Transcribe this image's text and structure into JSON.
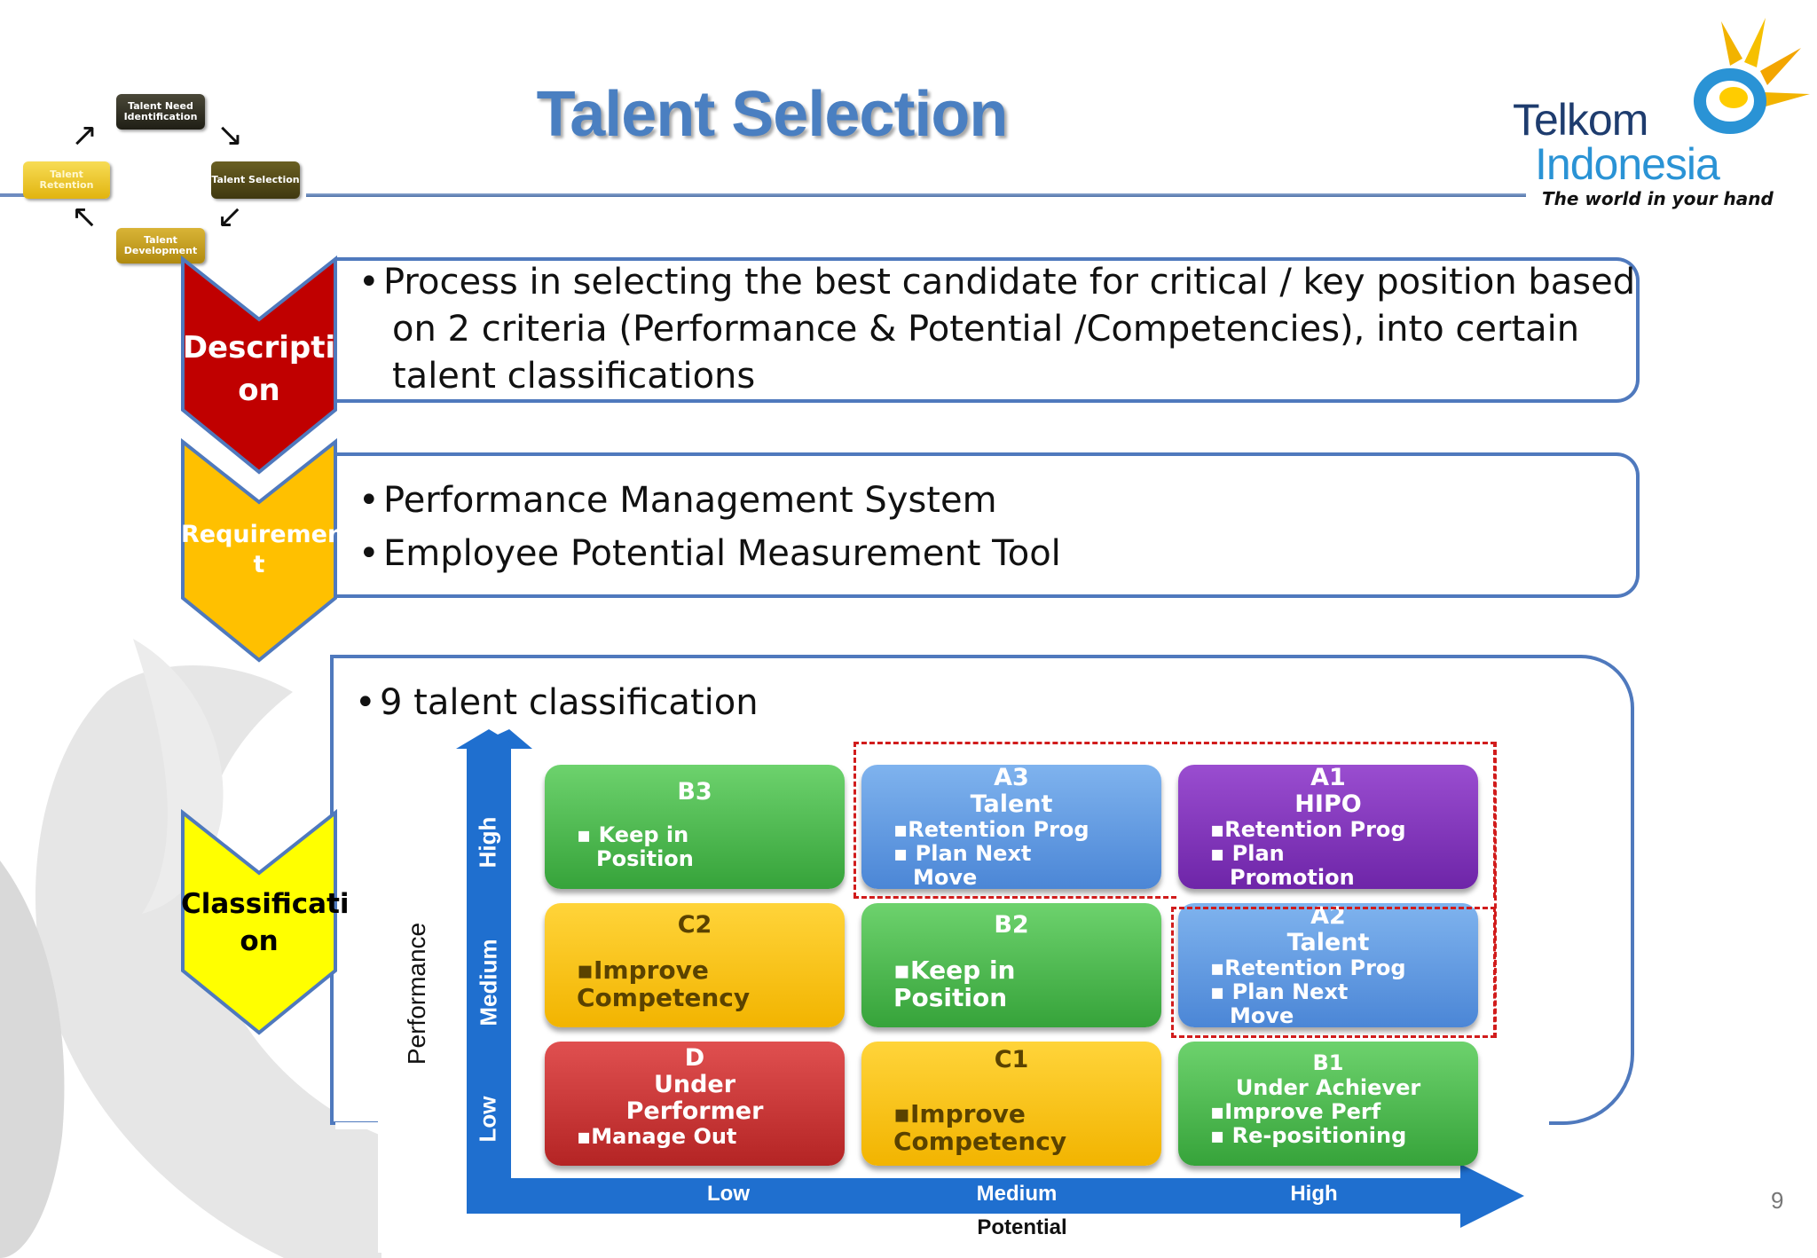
{
  "slide": {
    "title": "Talent Selection",
    "page_number": "9"
  },
  "cycle": {
    "items": [
      "Talent Need Identification",
      "Talent Selection",
      "Talent Development",
      "Talent Retention"
    ]
  },
  "logo": {
    "line1": "Telkom",
    "line2": "Indonesia",
    "tagline": "The world in your hand"
  },
  "sections": [
    {
      "label": "Descripti on",
      "label_lines": [
        "Descripti",
        "on"
      ],
      "color": "#c00000",
      "bullets": [
        "Process in selecting the best candidate for critical / key position based on 2 criteria (Performance & Potential /Competencies), into certain talent classifications"
      ],
      "bullet_lines": [
        "Process in selecting the best candidate for critical / key position based",
        "on 2 criteria (Performance & Potential /Competencies), into certain",
        "talent classifications"
      ]
    },
    {
      "label": "Requiremen t",
      "label_lines": [
        "Requiremen",
        "t"
      ],
      "color": "#ffc000",
      "bullets": [
        "Performance Management System",
        "Employee Potential Measurement Tool"
      ]
    },
    {
      "label": "Classificati on",
      "label_lines": [
        "Classificati",
        "on"
      ],
      "color": "#ffff00",
      "bullets": [
        "9 talent classification"
      ]
    }
  ],
  "matrix": {
    "x_axis": {
      "title": "Potential",
      "ticks": [
        "Low",
        "Medium",
        "High"
      ]
    },
    "y_axis": {
      "title": "Performance",
      "ticks": [
        "Low",
        "Medium",
        "High"
      ]
    },
    "cells": {
      "b3": {
        "lines": [
          "B3"
        ],
        "items": [
          "▪ Keep in",
          "Position"
        ],
        "color": "green"
      },
      "a3": {
        "lines": [
          "A3",
          "Talent"
        ],
        "items": [
          "▪Retention Prog",
          "▪ Plan Next",
          "Move"
        ],
        "color": "blue"
      },
      "a1": {
        "lines": [
          "A1",
          "HIPO"
        ],
        "items": [
          "▪Retention Prog",
          "▪ Plan",
          "Promotion"
        ],
        "color": "purple"
      },
      "c2": {
        "lines": [
          "C2"
        ],
        "items": [
          "▪Improve",
          "Competency"
        ],
        "color": "yellow"
      },
      "b2": {
        "lines": [
          "B2"
        ],
        "items": [
          "▪Keep in",
          "Position"
        ],
        "color": "green"
      },
      "a2": {
        "lines": [
          "A2",
          "Talent"
        ],
        "items": [
          "▪Retention Prog",
          "▪ Plan Next",
          "Move"
        ],
        "color": "blue"
      },
      "d": {
        "lines": [
          "D",
          "Under",
          "Performer"
        ],
        "items": [
          "▪Manage Out"
        ],
        "color": "red"
      },
      "c1": {
        "lines": [
          "C1"
        ],
        "items": [
          "▪Improve",
          "Competency"
        ],
        "color": "yellow"
      },
      "b1": {
        "lines": [
          "B1",
          "Under Achiever"
        ],
        "items": [
          "▪Improve Perf",
          "▪ Re-positioning"
        ],
        "color": "green"
      }
    }
  }
}
